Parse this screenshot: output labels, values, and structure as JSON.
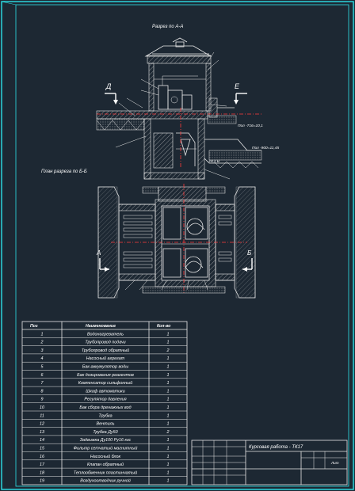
{
  "titles": {
    "section_view": "Разрез по А-А",
    "plan_view": "План разреза по Б-Б"
  },
  "marks": {
    "sect_d": "Д",
    "sect_e": "Е",
    "sect_a": "А",
    "sect_b": "Б",
    "elev_1": "Пол -716=10,1",
    "elev_2": "Пол -900=11,45",
    "elev_3": "-18,1 м"
  },
  "spec_table": {
    "headers": [
      "Поз",
      "Наименование",
      "Кол-во"
    ],
    "rows": [
      [
        "1",
        "Водонагреватель",
        "1"
      ],
      [
        "2",
        "Трубопровод подачи",
        "1"
      ],
      [
        "3",
        "Трубопровод обратный",
        "2"
      ],
      [
        "4",
        "Насосный агрегат",
        "1"
      ],
      [
        "5",
        "Бак-аккумулятор воды",
        "1"
      ],
      [
        "6",
        "Бак дозирования реагентов",
        "1"
      ],
      [
        "7",
        "Компенсатор сильфонный",
        "1"
      ],
      [
        "8",
        "Шкаф автоматики",
        "1"
      ],
      [
        "9",
        "Регулятор давления",
        "1"
      ],
      [
        "10",
        "Бак сбора дренажных вод",
        "1"
      ],
      [
        "11",
        "Трубка",
        "1"
      ],
      [
        "12",
        "Вентиль",
        "1"
      ],
      [
        "13",
        "Трубка Ду50",
        "2"
      ],
      [
        "14",
        "Задвижка Ду100 Ру16 кгс",
        "1"
      ],
      [
        "15",
        "Фильтр сетчатый магнитный",
        "1"
      ],
      [
        "16",
        "Насосный блок",
        "1"
      ],
      [
        "17",
        "Клапан обратный",
        "1"
      ],
      [
        "18",
        "Теплообменник пластинчатый",
        "1"
      ],
      [
        "19",
        "Воздухоотводчик ручной",
        "1"
      ]
    ]
  },
  "stamp": {
    "title": "Курсовая работа - ТК17",
    "sheet": "Лит"
  }
}
